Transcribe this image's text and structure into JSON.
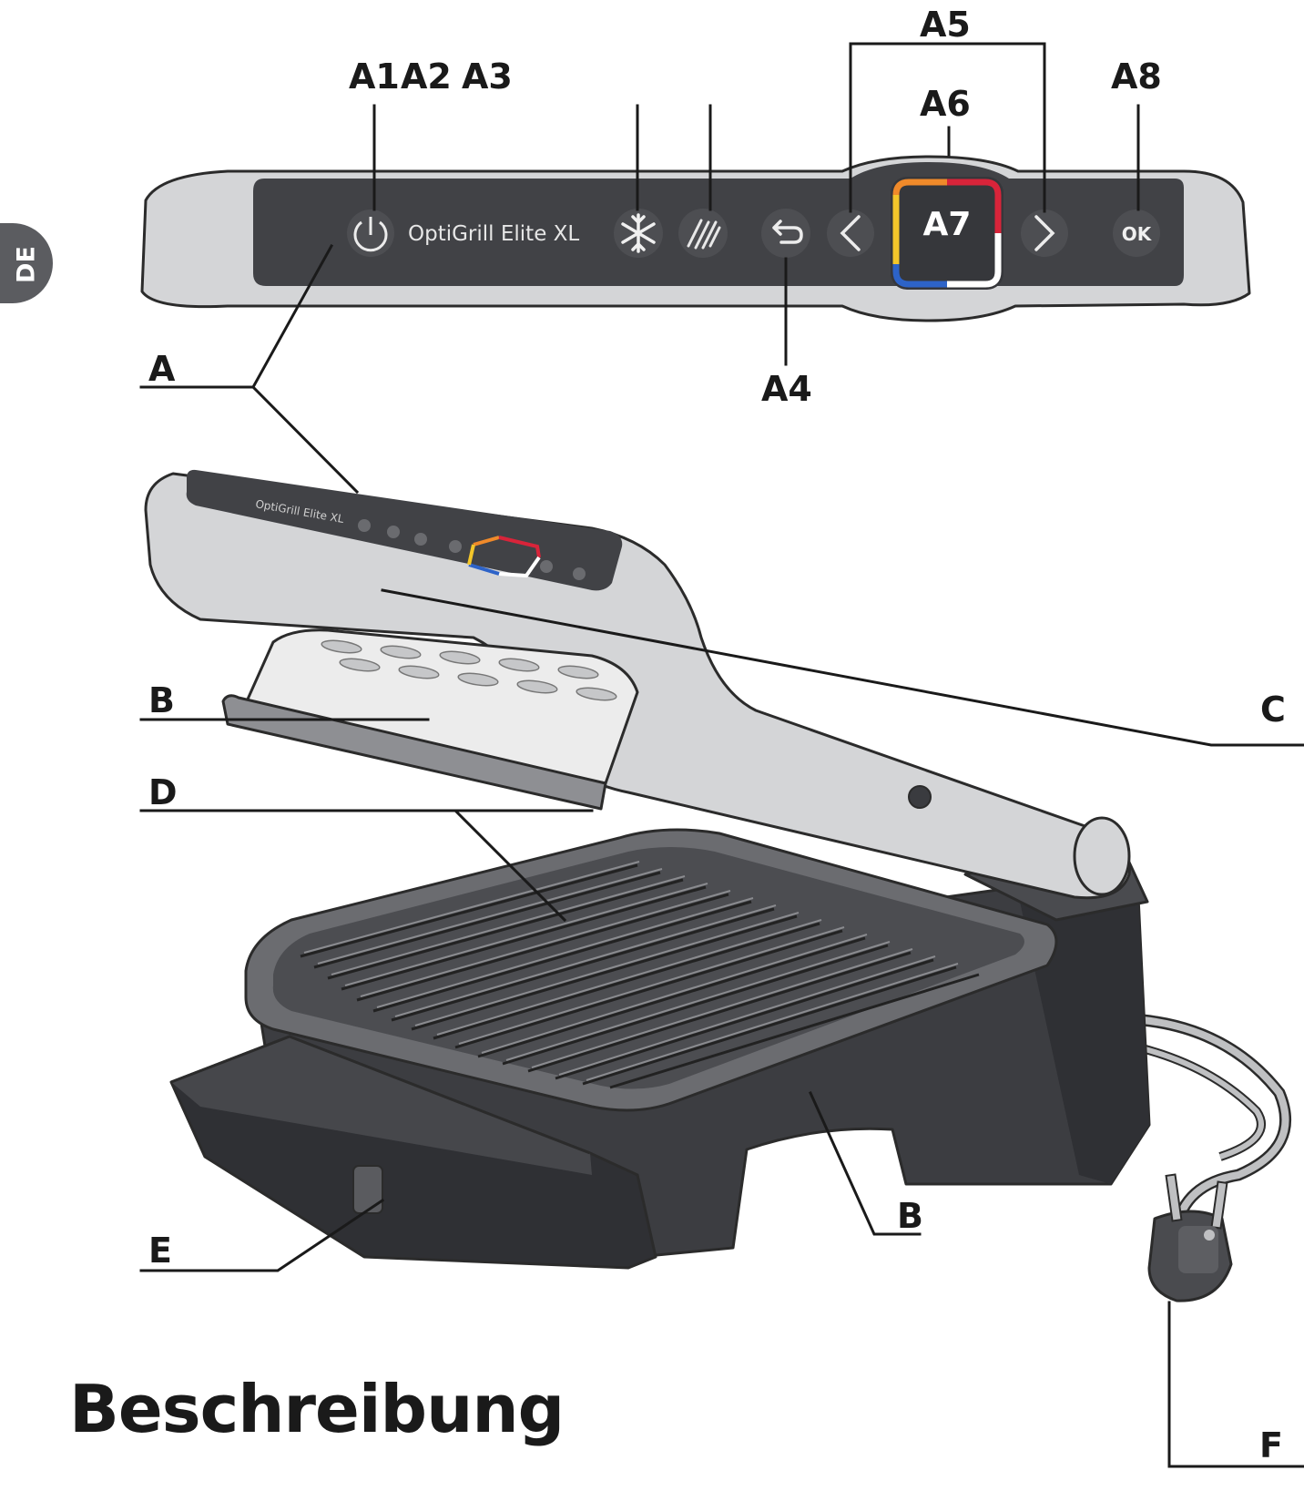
{
  "language_tab": "DE",
  "heading": "Beschreibung",
  "panel": {
    "brand": "OptiGrill Elite XL",
    "ok_label": "OK"
  },
  "callouts": {
    "a1": "A1",
    "a2": "A2",
    "a3": "A3",
    "a4": "A4",
    "a5": "A5",
    "a6": "A6",
    "a7": "A7",
    "a8": "A8",
    "a": "A",
    "b_upper": "B",
    "b_lower": "B",
    "c": "C",
    "d": "D",
    "e": "E",
    "f": "F"
  },
  "colors": {
    "ring_orange": "#f08a2a",
    "ring_red": "#d8243a",
    "ring_yellow": "#f3c62a",
    "ring_blue": "#2d63c8",
    "ring_white": "#ffffff",
    "panel_dark": "#414246",
    "housing_light": "#d4d5d7",
    "body_dark": "#3c3d41"
  },
  "icons": [
    "power-icon",
    "snowflake-icon",
    "manual-mode-icon",
    "back-arrow-icon",
    "left-chevron-icon",
    "right-chevron-icon"
  ]
}
